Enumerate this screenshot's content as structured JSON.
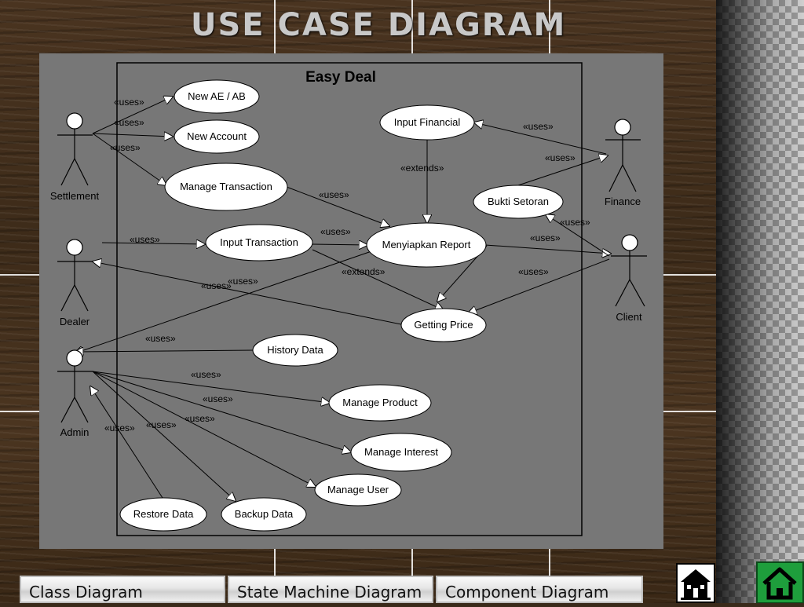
{
  "slide": {
    "title": "USE CASE DIAGRAM"
  },
  "diagram": {
    "system_name": "Easy Deal",
    "actors": {
      "settlement": "Settlement",
      "dealer": "Dealer",
      "admin": "Admin",
      "finance": "Finance",
      "client": "Client"
    },
    "use_cases": {
      "new_ae_ab": "New AE / AB",
      "new_account": "New Account",
      "manage_transaction": "Manage Transaction",
      "input_transaction": "Input Transaction",
      "history_data": "History Data",
      "manage_product": "Manage Product",
      "manage_interest": "Manage Interest",
      "manage_user": "Manage User",
      "restore_data": "Restore Data",
      "backup_data": "Backup Data",
      "input_financial": "Input Financial",
      "bukti_setoran": "Bukti Setoran",
      "menyiapkan_report": "Menyiapkan Report",
      "getting_price": "Getting Price"
    },
    "labels": {
      "uses": "«uses»",
      "extends": "«extends»"
    }
  },
  "nav": {
    "tabs": [
      "Class Diagram",
      "State Machine Diagram",
      "Component Diagram"
    ],
    "icons": [
      "house-icon",
      "home-icon"
    ],
    "home_color": "#1e9e3c"
  }
}
